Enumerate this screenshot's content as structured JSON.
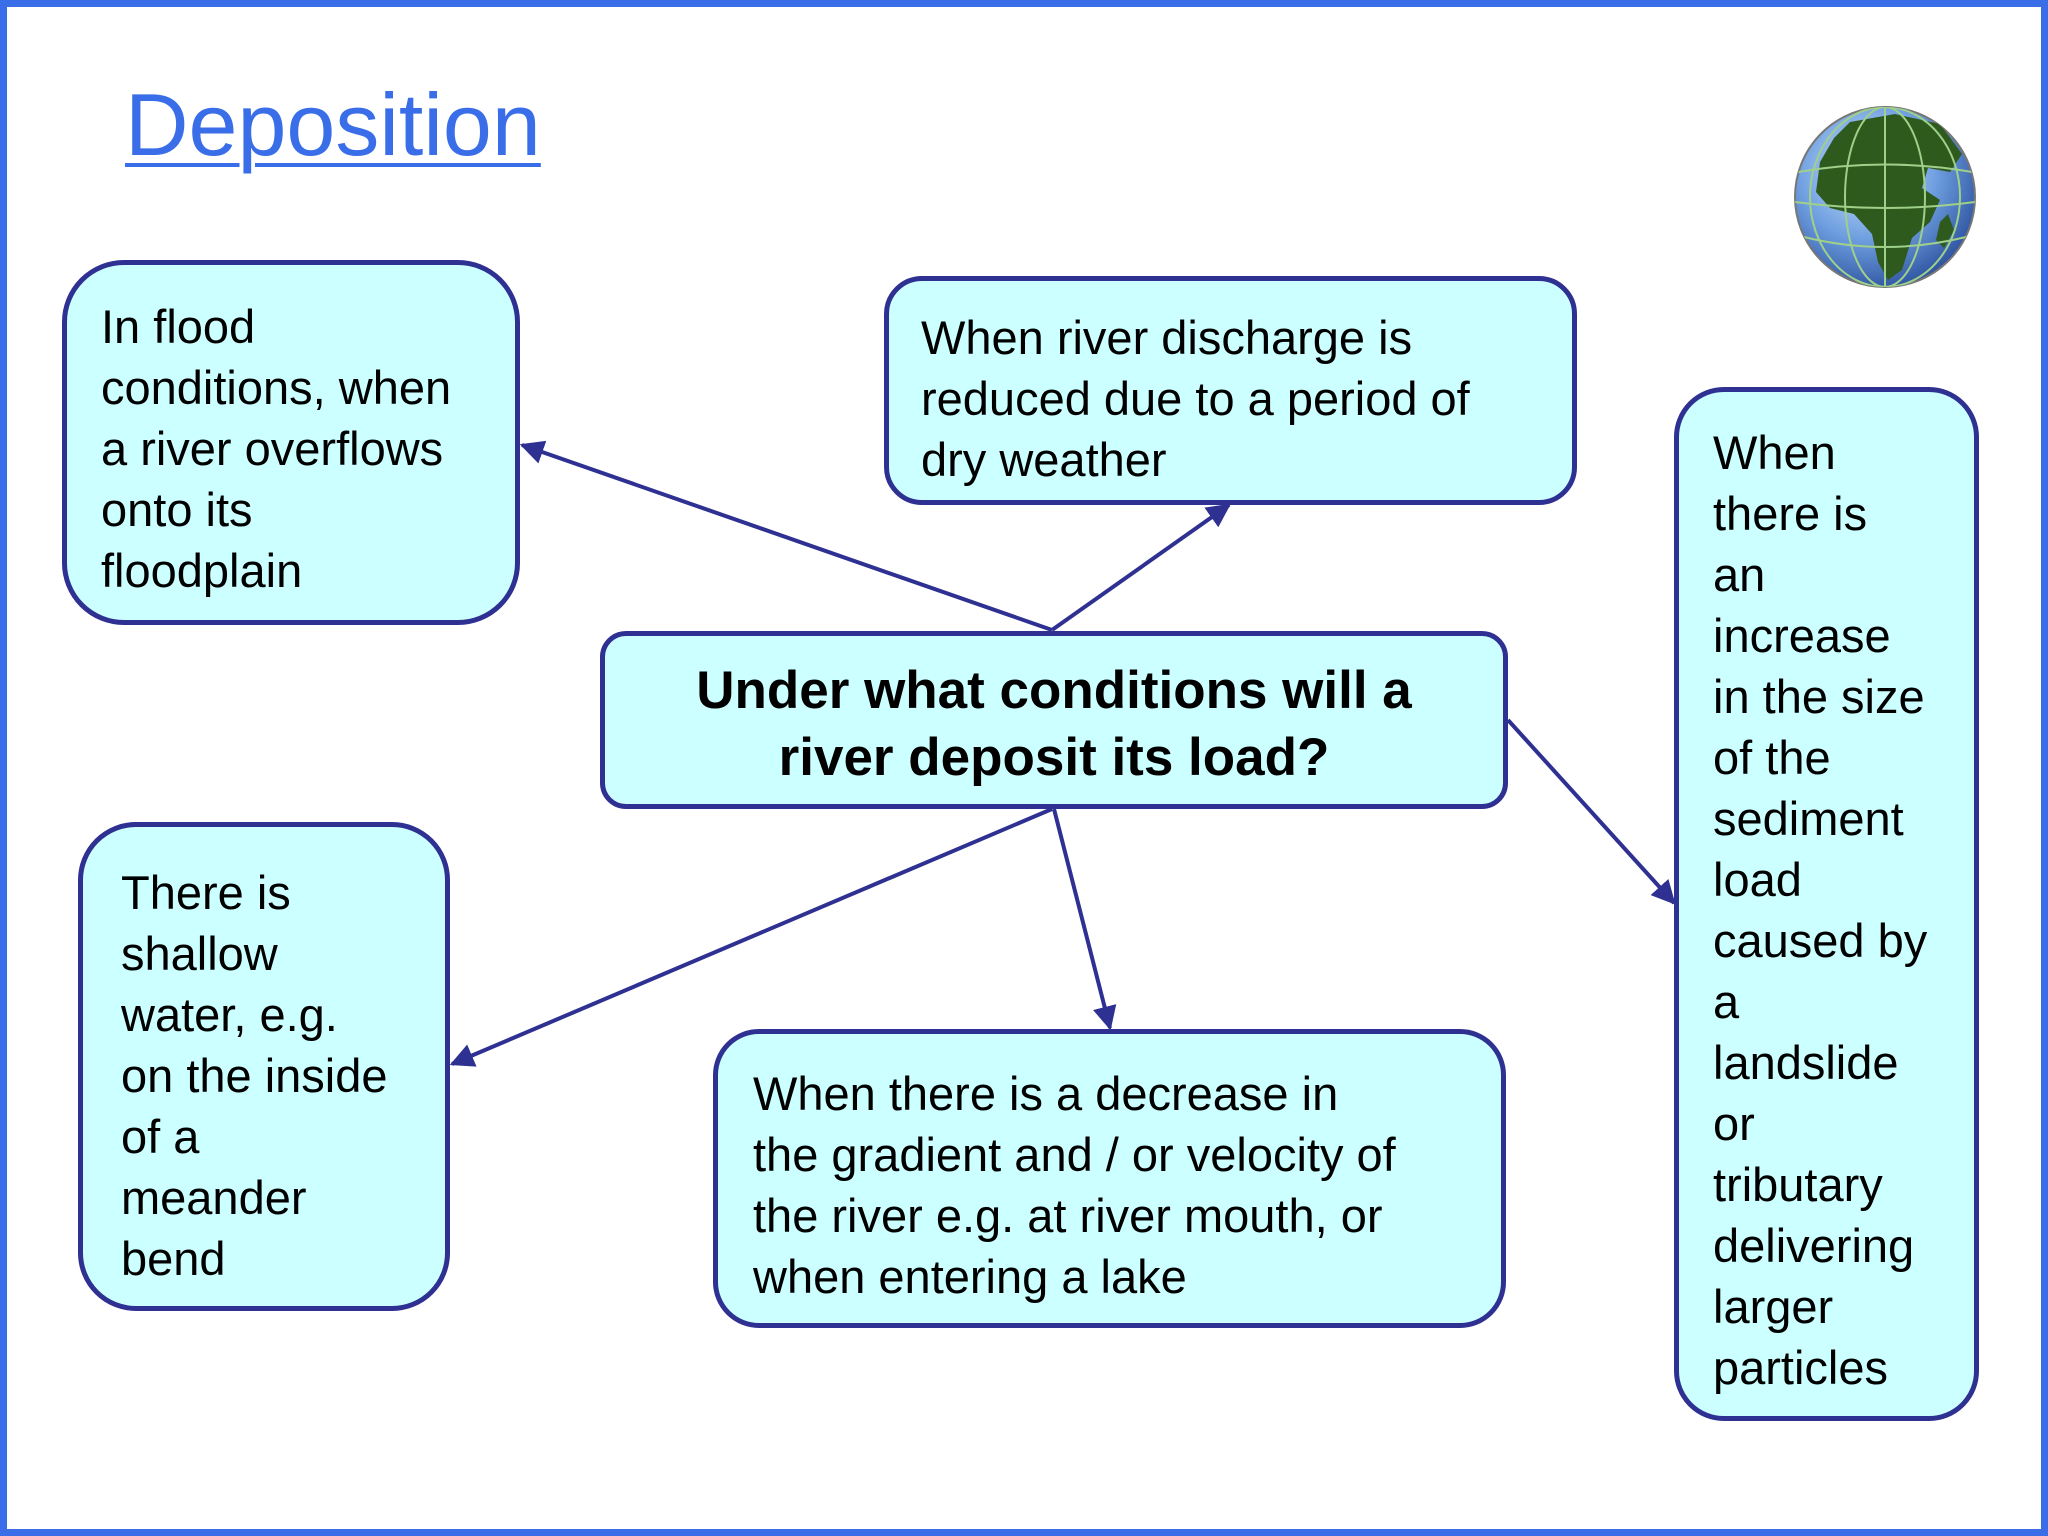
{
  "title": "Deposition",
  "colors": {
    "title": "#3a6ee8",
    "frame": "#3a6ee8",
    "box_fill": "#ccffff",
    "box_border": "#2e3192",
    "arrow": "#2e3192"
  },
  "decoration": {
    "globe": "globe-icon"
  },
  "center_question": "Under what conditions will a\nriver deposit its load?",
  "conditions": {
    "flood": "In flood\nconditions, when\na river overflows\nonto its\nfloodplain",
    "discharge": "When river discharge is\nreduced due to a period of\ndry weather",
    "sediment": "When\nthere is\nan\nincrease\nin the size\nof the\nsediment\nload\ncaused by\na\nlandslide\nor\ntributary\ndelivering\nlarger\nparticles",
    "shallow": "There is\nshallow\nwater, e.g.\non the inside\nof a\nmeander\nbend",
    "gradient": "When there is a decrease in\nthe gradient and / or velocity of\nthe river e.g. at river mouth, or\nwhen entering a lake"
  }
}
